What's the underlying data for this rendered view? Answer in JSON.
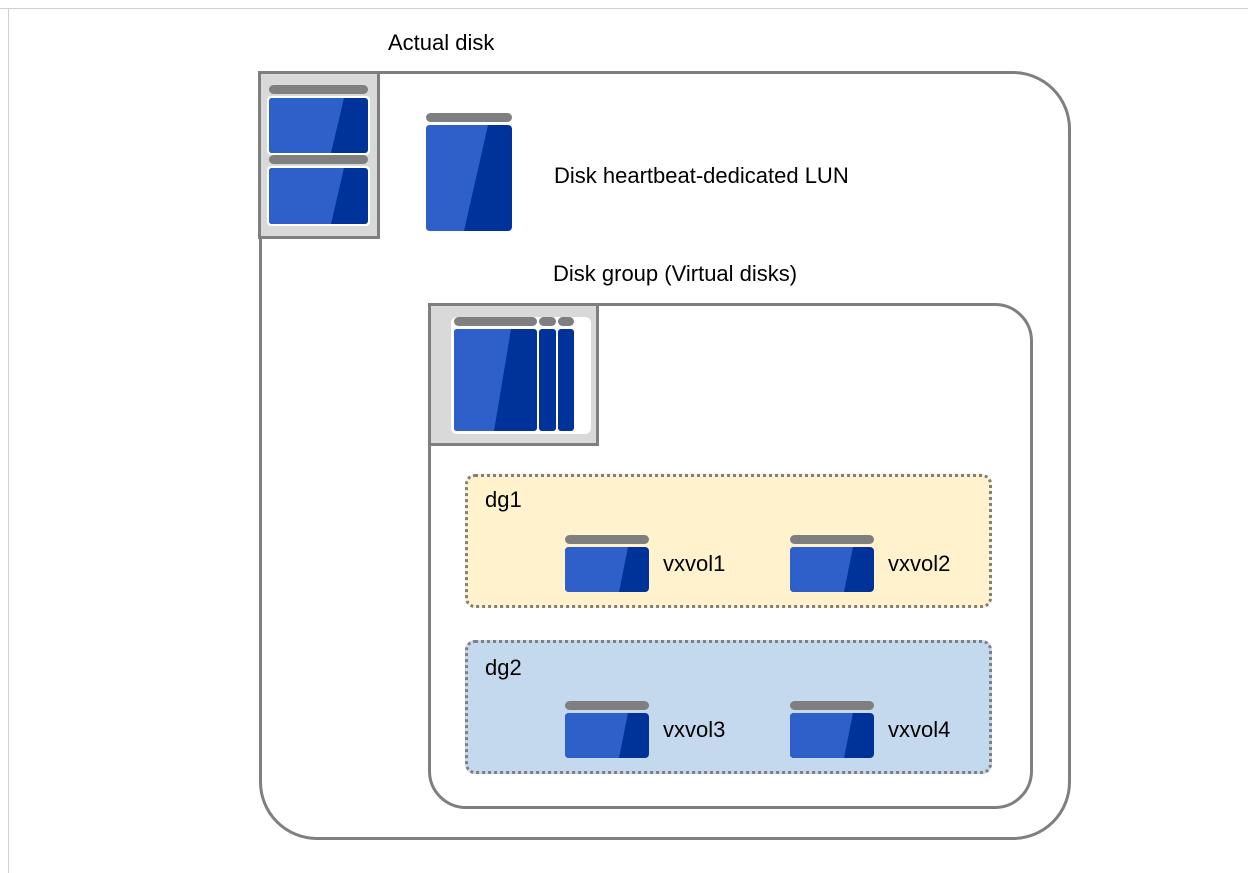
{
  "labels": {
    "actual_disk": "Actual disk",
    "heartbeat_lun": "Disk heartbeat-dedicated LUN",
    "disk_group": "Disk group  (Virtual disks)"
  },
  "groups": [
    {
      "name": "dg1",
      "color": "#fff2cc",
      "volumes": [
        "vxvol1",
        "vxvol2"
      ]
    },
    {
      "name": "dg2",
      "color": "#c4d9ee",
      "volumes": [
        "vxvol3",
        "vxvol4"
      ]
    }
  ],
  "colors": {
    "disk_light": "#2f5fc8",
    "disk_dark": "#003399",
    "disk_cap": "#7f7f7f",
    "border": "#7f7f7f",
    "tile_bg": "#d9d9d9"
  }
}
